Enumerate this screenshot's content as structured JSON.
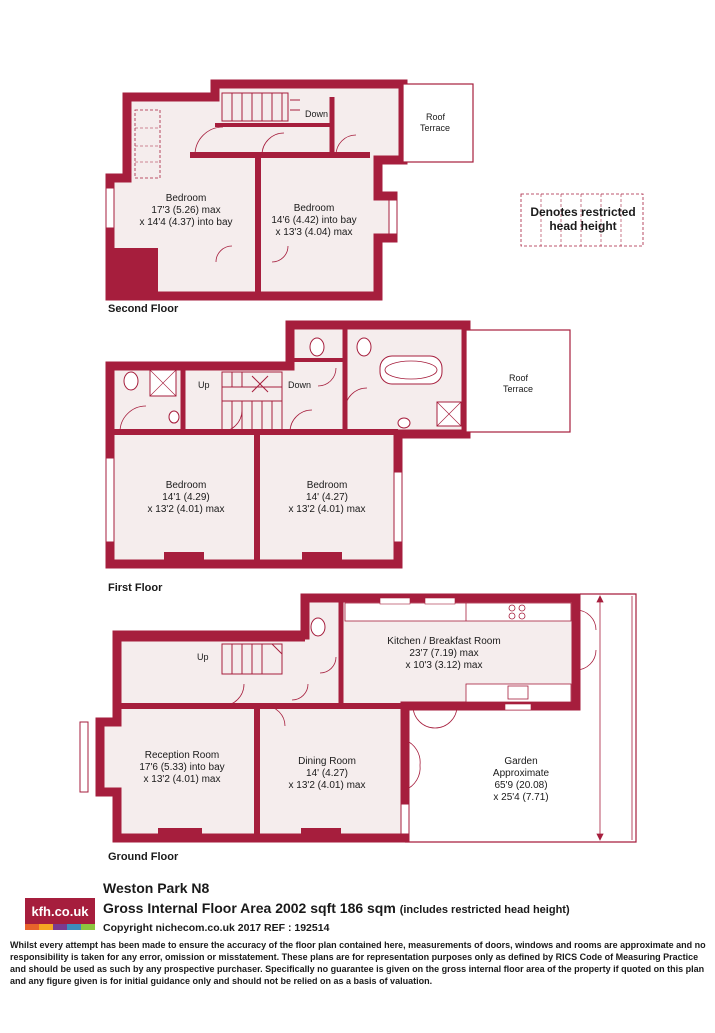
{
  "colors": {
    "wall": "#a61e3d",
    "floor": "#f5eded",
    "line": "#a61e3d",
    "logo_bg": "#a61e3d",
    "logo_bar": [
      "#e8632b",
      "#f5a623",
      "#7a3b8f",
      "#3c8dbc",
      "#8cc63f"
    ]
  },
  "floors": {
    "second": {
      "title": "Second Floor",
      "rooms": [
        {
          "name": "Bedroom",
          "size1": "17'3 (5.26) max",
          "size2": "x 14'4 (4.37) into bay"
        },
        {
          "name": "Bedroom",
          "size1": "14'6 (4.42) into bay",
          "size2": "x 13'3 (4.04) max"
        }
      ],
      "labels": {
        "down": "Down",
        "roof_terrace_1": "Roof",
        "roof_terrace_2": "Terrace"
      }
    },
    "first": {
      "title": "First Floor",
      "rooms": [
        {
          "name": "Bedroom",
          "size1": "14'1 (4.29)",
          "size2": "x 13'2 (4.01) max"
        },
        {
          "name": "Bedroom",
          "size1": "14' (4.27)",
          "size2": "x 13'2 (4.01) max"
        }
      ],
      "labels": {
        "up": "Up",
        "down": "Down",
        "roof_terrace_1": "Roof",
        "roof_terrace_2": "Terrace"
      }
    },
    "ground": {
      "title": "Ground Floor",
      "rooms": [
        {
          "name": "Kitchen / Breakfast Room",
          "size1": "23'7 (7.19) max",
          "size2": "x 10'3 (3.12) max"
        },
        {
          "name": "Reception Room",
          "size1": "17'6 (5.33) into bay",
          "size2": "x 13'2 (4.01) max"
        },
        {
          "name": "Dining Room",
          "size1": "14' (4.27)",
          "size2": "x 13'2 (4.01) max"
        }
      ],
      "garden": {
        "line1": "Garden",
        "line2": "Approximate",
        "line3": "65'9 (20.08)",
        "line4": "x 25'4 (7.71)"
      },
      "labels": {
        "up": "Up"
      }
    }
  },
  "legend": {
    "line1": "Denotes restricted",
    "line2": "head height"
  },
  "footer": {
    "logo": "kfh.co.uk",
    "property": "Weston Park  N8",
    "area": "Gross Internal Floor Area 2002 sqft 186 sqm",
    "area_note": "(includes restricted head height)",
    "copyright": "Copyright nichecom.co.uk 2017 REF : 192514",
    "disclaimer": "Whilst every attempt has been made to ensure the accuracy of the floor plan contained here, measurements of doors, windows and rooms are approximate and no responsibility is taken for any error, omission or misstatement.  These plans are for representation purposes only as defined by RICS Code of Measuring Practice and should be used as such by any prospective purchaser.  Specifically no guarantee is given on the gross internal floor area of the property if quoted on this plan and any figure given is for initial guidance only and should not be relied on as a basis of valuation."
  }
}
